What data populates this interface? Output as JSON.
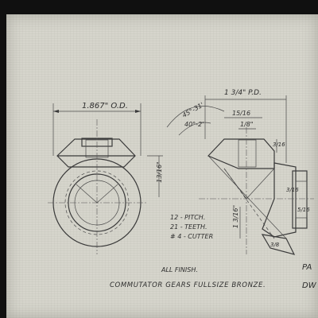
{
  "drawing": {
    "od_dim": "1.867\" O.D.",
    "pd_dim": "1 3/4\" P.D.",
    "angle_dim": "45°-31'",
    "angle2_dim": "40°-2'",
    "face_dim": "15/16",
    "tip_dim": "1/8\"",
    "left_height": "13/16\"",
    "right_height": "1 3/16\"",
    "small_dim_a": "3/16",
    "small_dim_b": "3/16",
    "small_dim_c": "5/16",
    "small_dim_d": "3/8",
    "notes": [
      "12 - PITCH.",
      "21 - TEETH.",
      "# 4 - CUTTER"
    ],
    "finish_note": "ALL FINISH.",
    "title": "COMMUTATOR GEARS FULLSIZE BRONZE.",
    "corner_text_1": "PA",
    "corner_text_2": "DW"
  }
}
